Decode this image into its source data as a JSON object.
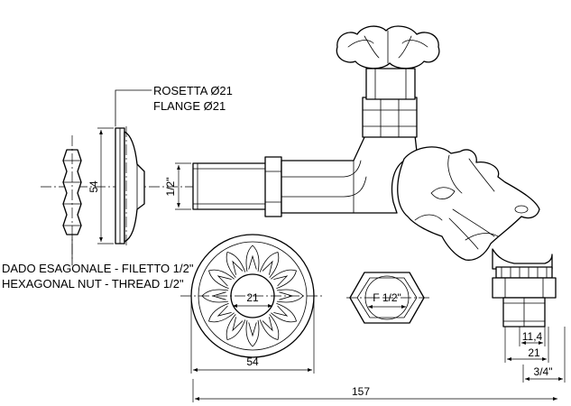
{
  "labels": {
    "rosetta_it": "ROSETTA Ø21",
    "rosetta_en": "FLANGE Ø21",
    "nut_it": "DADO ESAGONALE - FILETTO 1/2\"",
    "nut_en": "HEXAGONAL NUT - THREAD 1/2\""
  },
  "dimensions": {
    "flange_height": "54",
    "pipe_thread": "1/2\"",
    "rosette_inner": "21",
    "rosette_outer": "54",
    "nut_thread": "F 1/2\"",
    "outlet_small": "11,4",
    "outlet_mid": "21",
    "outlet_thread": "3/4\"",
    "overall_length": "157"
  }
}
